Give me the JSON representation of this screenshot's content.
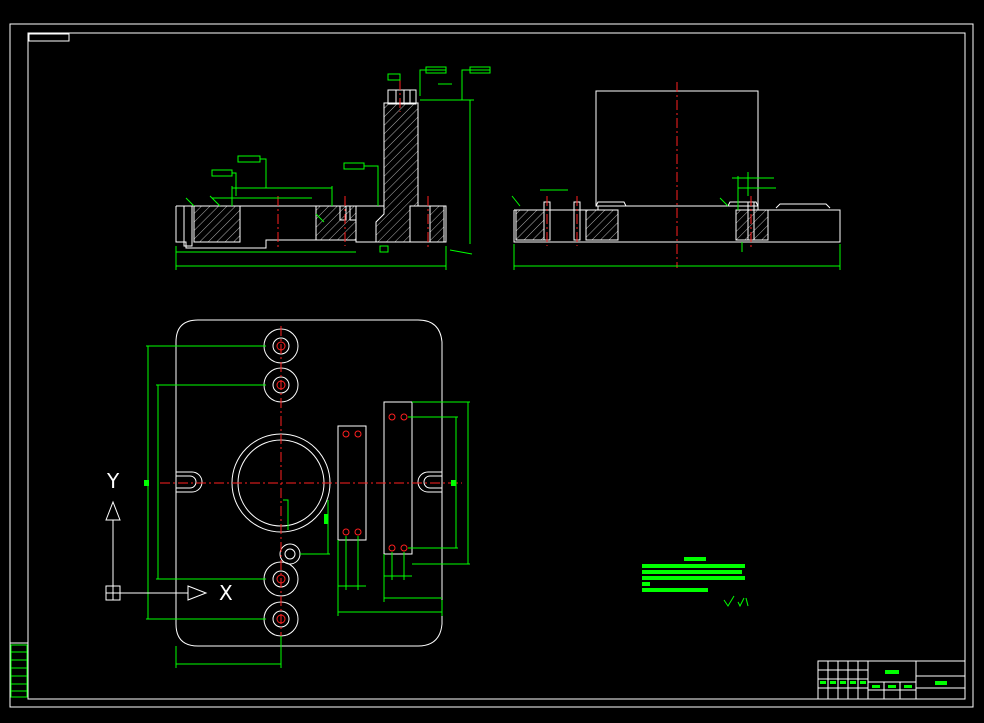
{
  "drawing": {
    "background": "#000000",
    "line_color": "#ffffff",
    "dimension_color": "#00ff00",
    "centerline_color": "#ff2020"
  },
  "axes": {
    "x_label": "X",
    "y_label": "Y"
  },
  "tech_requirements": {
    "line_count": 4
  },
  "title_block": {
    "rows": 4,
    "columns": 6
  }
}
